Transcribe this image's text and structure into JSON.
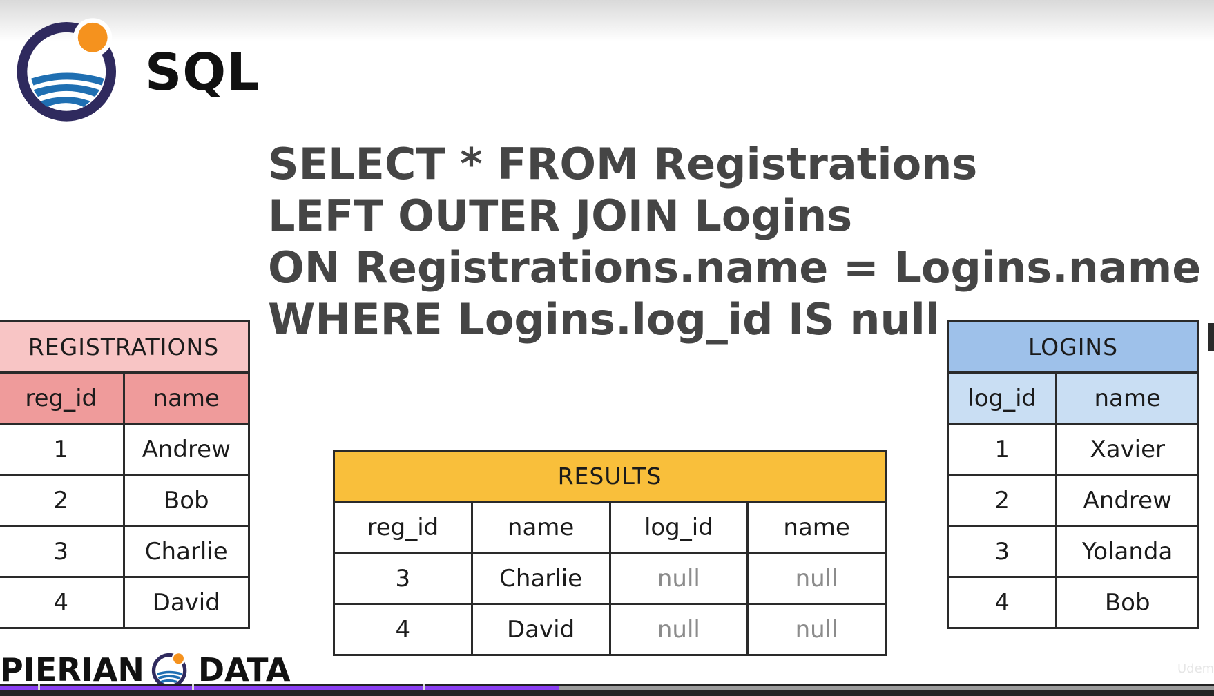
{
  "header": {
    "logo_text": "SQL"
  },
  "query_lines": [
    "SELECT * FROM Registrations",
    "LEFT OUTER JOIN Logins",
    "ON Registrations.name = Logins.name",
    "WHERE Logins.log_id IS null"
  ],
  "registrations": {
    "title": "REGISTRATIONS",
    "columns": [
      "reg_id",
      "name"
    ],
    "rows": [
      [
        "1",
        "Andrew"
      ],
      [
        "2",
        "Bob"
      ],
      [
        "3",
        "Charlie"
      ],
      [
        "4",
        "David"
      ]
    ]
  },
  "logins": {
    "title": "LOGINS",
    "columns": [
      "log_id",
      "name"
    ],
    "rows": [
      [
        "1",
        "Xavier"
      ],
      [
        "2",
        "Andrew"
      ],
      [
        "3",
        "Yolanda"
      ],
      [
        "4",
        "Bob"
      ]
    ]
  },
  "results": {
    "title": "RESULTS",
    "columns": [
      "reg_id",
      "name",
      "log_id",
      "name"
    ],
    "rows": [
      [
        "3",
        "Charlie",
        "null",
        "null"
      ],
      [
        "4",
        "David",
        "null",
        "null"
      ]
    ]
  },
  "brand": {
    "left": "PIERIAN",
    "right": "DATA"
  },
  "watermark": "Udemy",
  "video": {
    "progress_percent": 46
  },
  "colors": {
    "registrations_title": "#f8c5c5",
    "registrations_header": "#ef9b9b",
    "logins_title": "#9ec1ea",
    "logins_header": "#c9def3",
    "results_title": "#f9bf3b",
    "progress": "#8a3ff1",
    "logo_ring": "#2f2a5e",
    "logo_sun": "#f5921e",
    "logo_wave": "#1f6fb2"
  }
}
